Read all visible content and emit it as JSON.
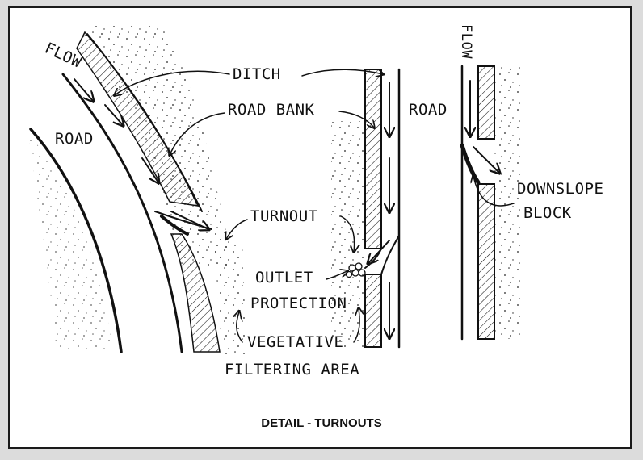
{
  "caption": "DETAIL - TURNOUTS",
  "labels": {
    "flow_left": "FLOW",
    "road_left": "ROAD",
    "ditch": "DITCH",
    "road_bank": "ROAD BANK",
    "road_middle": "ROAD",
    "turnout": "TURNOUT",
    "outlet_protection_1": "OUTLET",
    "outlet_protection_2": "PROTECTION",
    "vegetative_1": "VEGETATIVE",
    "vegetative_2": "FILTERING AREA",
    "flow_right": "FLOW",
    "downslope_1": "DOWNSLOPE",
    "downslope_2": "BLOCK"
  },
  "colors": {
    "ink": "#111111",
    "paper": "#ffffff",
    "background": "#dcdcdc"
  }
}
